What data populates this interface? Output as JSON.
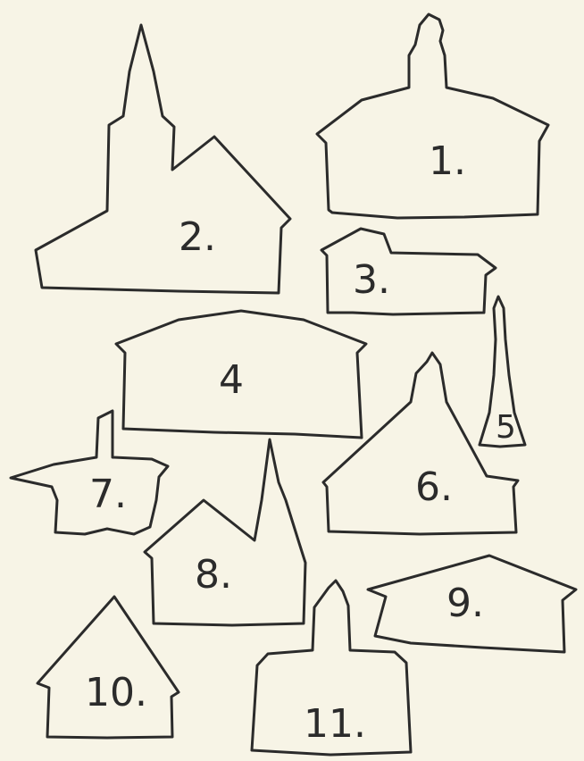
{
  "shapes": [
    {
      "id": 1,
      "label": "1."
    },
    {
      "id": 2,
      "label": "2."
    },
    {
      "id": 3,
      "label": "3."
    },
    {
      "id": 4,
      "label": "4"
    },
    {
      "id": 5,
      "label": "5"
    },
    {
      "id": 6,
      "label": "6."
    },
    {
      "id": 7,
      "label": "7."
    },
    {
      "id": 8,
      "label": "8."
    },
    {
      "id": 9,
      "label": "9."
    },
    {
      "id": 10,
      "label": "10."
    },
    {
      "id": 11,
      "label": "11."
    }
  ]
}
